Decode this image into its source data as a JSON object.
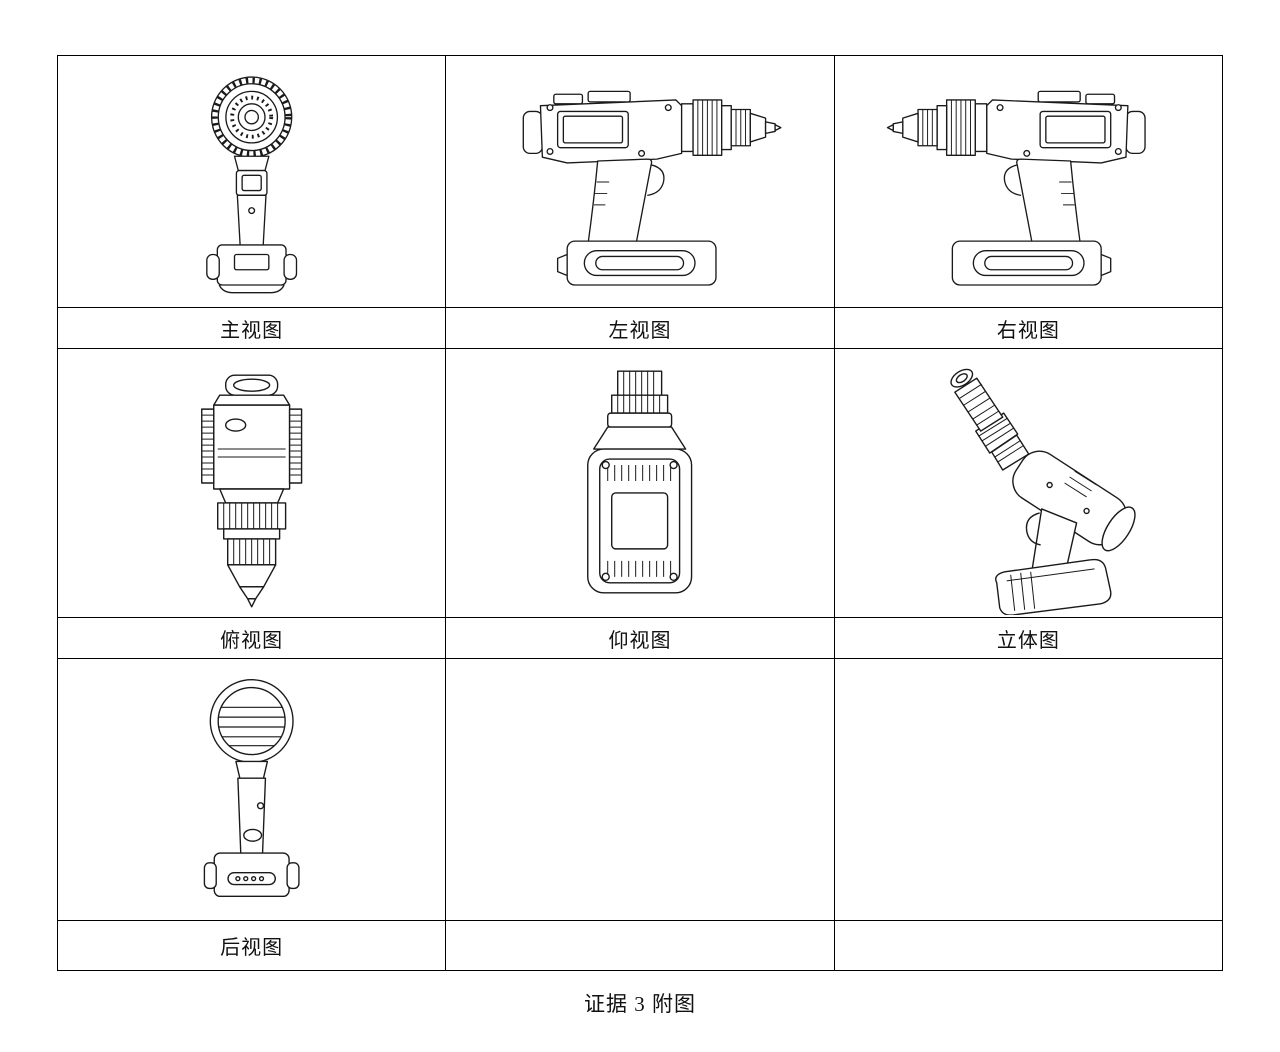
{
  "colors": {
    "background": "#ffffff",
    "line": "#1a1a1a",
    "border": "#000000"
  },
  "caption": "证据 3 附图",
  "views": [
    {
      "id": "front",
      "label": "主视图"
    },
    {
      "id": "left",
      "label": "左视图"
    },
    {
      "id": "right",
      "label": "右视图"
    },
    {
      "id": "top",
      "label": "俯视图"
    },
    {
      "id": "bottom",
      "label": "仰视图"
    },
    {
      "id": "perspective",
      "label": "立体图"
    },
    {
      "id": "rear",
      "label": "后视图"
    }
  ]
}
